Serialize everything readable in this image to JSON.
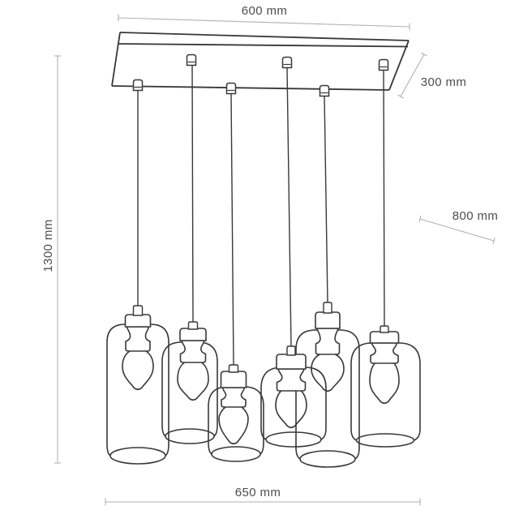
{
  "diagram": {
    "subject": "pendant lamp dimension drawing",
    "shade_count": 6,
    "dimensions": {
      "top_width": "600 mm",
      "depth": "300 mm",
      "diagonal": "800 mm",
      "height": "1300 mm",
      "bottom_width": "650 mm"
    },
    "colors": {
      "background": "#ffffff",
      "drawing_line": "#383838",
      "dimension_line": "#b1b1b1",
      "label_text": "#4d4d4d"
    }
  }
}
